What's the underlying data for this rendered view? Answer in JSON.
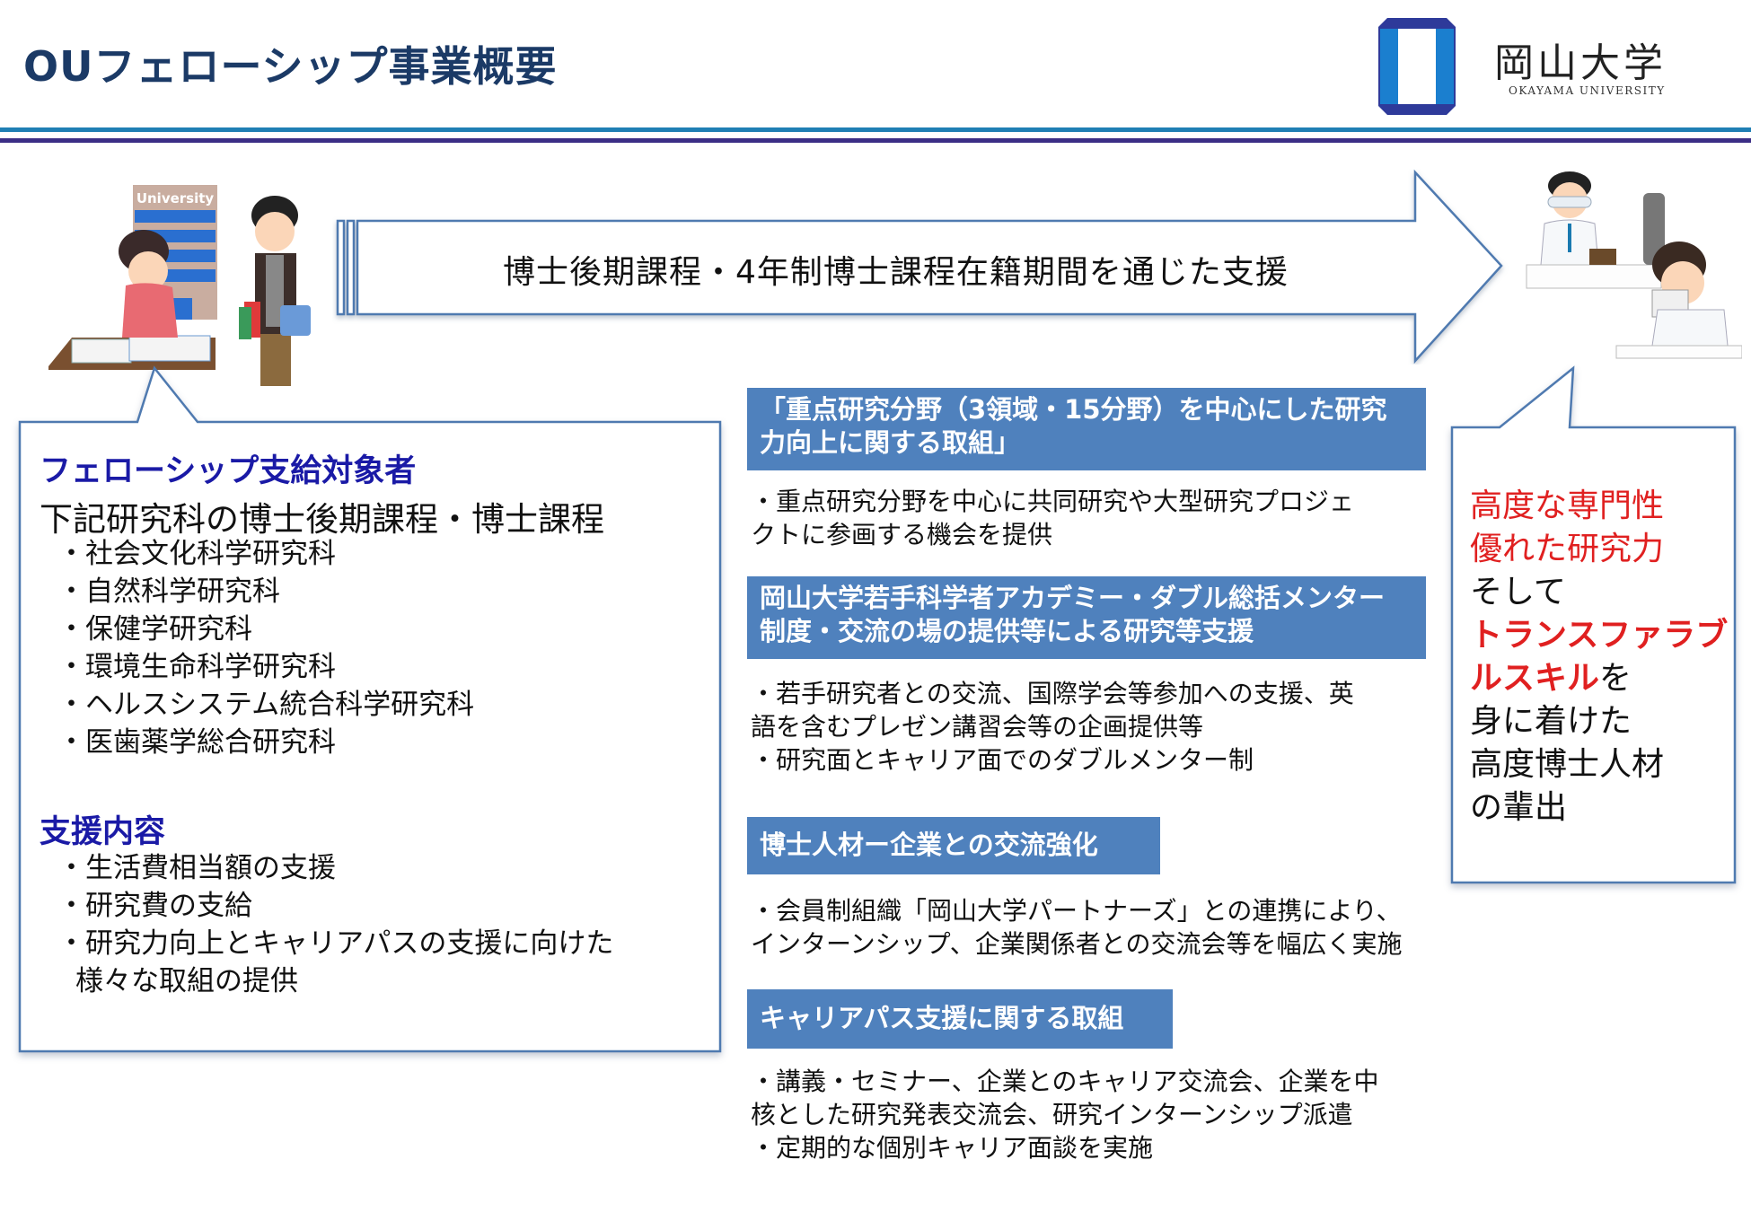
{
  "header": {
    "title": "OUフェローシップ事業概要",
    "logo": {
      "name_jp": "岡山大学",
      "name_en": "OKAYAMA UNIVERSITY",
      "mark_colors": {
        "light": "#1b7fcf",
        "dark": "#2e3a9a"
      }
    },
    "rule_colors": [
      "#1f7fb4",
      "#3b2e86"
    ]
  },
  "arrow": {
    "label": "博士後期課程・4年制博士課程在籍期間を通じた支援",
    "stroke_color": "#4f7ab0"
  },
  "illustrations": {
    "left": {
      "description": "students-at-university",
      "building_sign": "University"
    },
    "right": {
      "description": "researchers-in-lab"
    }
  },
  "left_box": {
    "section1": {
      "heading": "フェローシップ支給対象者",
      "subheading": "下記研究科の博士後期課程・博士課程",
      "items": [
        "・社会文化科学研究科",
        "・自然科学研究科",
        "・保健学研究科",
        "・環境生命科学研究科",
        "・ヘルスシステム統合科学研究科",
        "・医歯薬学総合研究科"
      ]
    },
    "section2": {
      "heading": "支援内容",
      "items": [
        "・生活費相当額の支援",
        "・研究費の支給",
        "・研究力向上とキャリアパスの支援に向けた",
        "様々な取組の提供"
      ]
    }
  },
  "middle": {
    "bar_color": "#4f81bd",
    "blocks": [
      {
        "title_lines": [
          "「重点研究分野（3領域・15分野）を中心にした研究",
          "力向上に関する取組」"
        ],
        "desc_lines": [
          "・重点研究分野を中心に共同研究や大型研究プロジェ",
          "クトに参画する機会を提供"
        ]
      },
      {
        "title_lines": [
          "岡山大学若手科学者アカデミー・ダブル総括メンター",
          "制度・交流の場の提供等による研究等支援"
        ],
        "desc_lines": [
          "・若手研究者との交流、国際学会等参加への支援、英",
          "語を含むプレゼン講習会等の企画提供等",
          "・研究面とキャリア面でのダブルメンター制"
        ]
      },
      {
        "title_lines": [
          "博士人材ー企業との交流強化"
        ],
        "desc_lines": [
          "・会員制組織「岡山大学パートナーズ」との連携により、",
          "インターンシップ、企業関係者との交流会等を幅広く実施"
        ]
      },
      {
        "title_lines": [
          "キャリアパス支援に関する取組"
        ],
        "desc_lines": [
          "・講義・セミナー、企業とのキャリア交流会、企業を中",
          "核とした研究発表交流会、研究インターンシップ派遣",
          "・定期的な個別キャリア面談を実施"
        ]
      }
    ]
  },
  "right_box": {
    "lines": [
      {
        "text": "高度な専門性",
        "style": "red"
      },
      {
        "text": "優れた研究力",
        "style": "red"
      },
      {
        "text": "そして",
        "style": "normal"
      },
      {
        "text": "トランスファラブ",
        "style": "redb"
      },
      {
        "text": "ルスキル",
        "style": "redb",
        "suffix": "を"
      },
      {
        "text": "身に着けた",
        "style": "normal"
      },
      {
        "text": "高度博士人材",
        "style": "normal"
      },
      {
        "text": "の輩出",
        "style": "normal"
      }
    ],
    "accent_color": "#e02020"
  }
}
